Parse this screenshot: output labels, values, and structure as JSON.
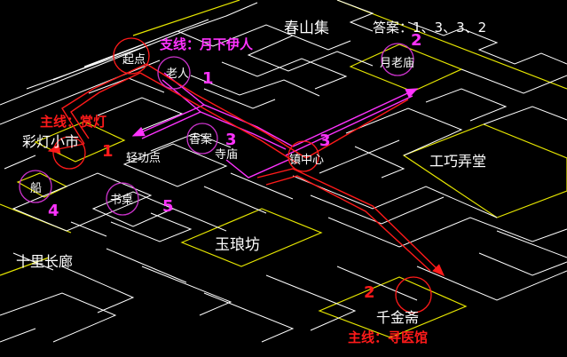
{
  "map": {
    "town_name": "春山集",
    "answer": "答案：1、3、3、2",
    "answer_mark": "2",
    "places": {
      "start": "起点",
      "old_man": "老人",
      "lantern_market": "彩灯小市",
      "qinggong_point": "轻功点",
      "incense_table": "香案",
      "temple": "寺庙",
      "town_center": "镇中心",
      "moon_temple": "月老庙",
      "craft_hall": "工巧弄堂",
      "boat": "船",
      "desk": "书桌",
      "jade_lane": "玉琅坊",
      "ten_mile_corridor": "十里长廊",
      "qianjin_house": "千金斋"
    },
    "quests": {
      "side": "支线：月下伊人",
      "main_lantern": "主线：赏灯",
      "main_doctor": "主线：寻医馆"
    },
    "step_numbers": {
      "old_man": "1",
      "lantern": "1",
      "incense": "3",
      "center": "3",
      "boat": "4",
      "desk": "5",
      "qianjin": "2"
    },
    "colors": {
      "background": "#000000",
      "road": "#ffffff",
      "district": "#e6e600",
      "side_route": "#ff33ff",
      "main_route": "#ff1a1a",
      "circle": "#cc33cc"
    }
  }
}
